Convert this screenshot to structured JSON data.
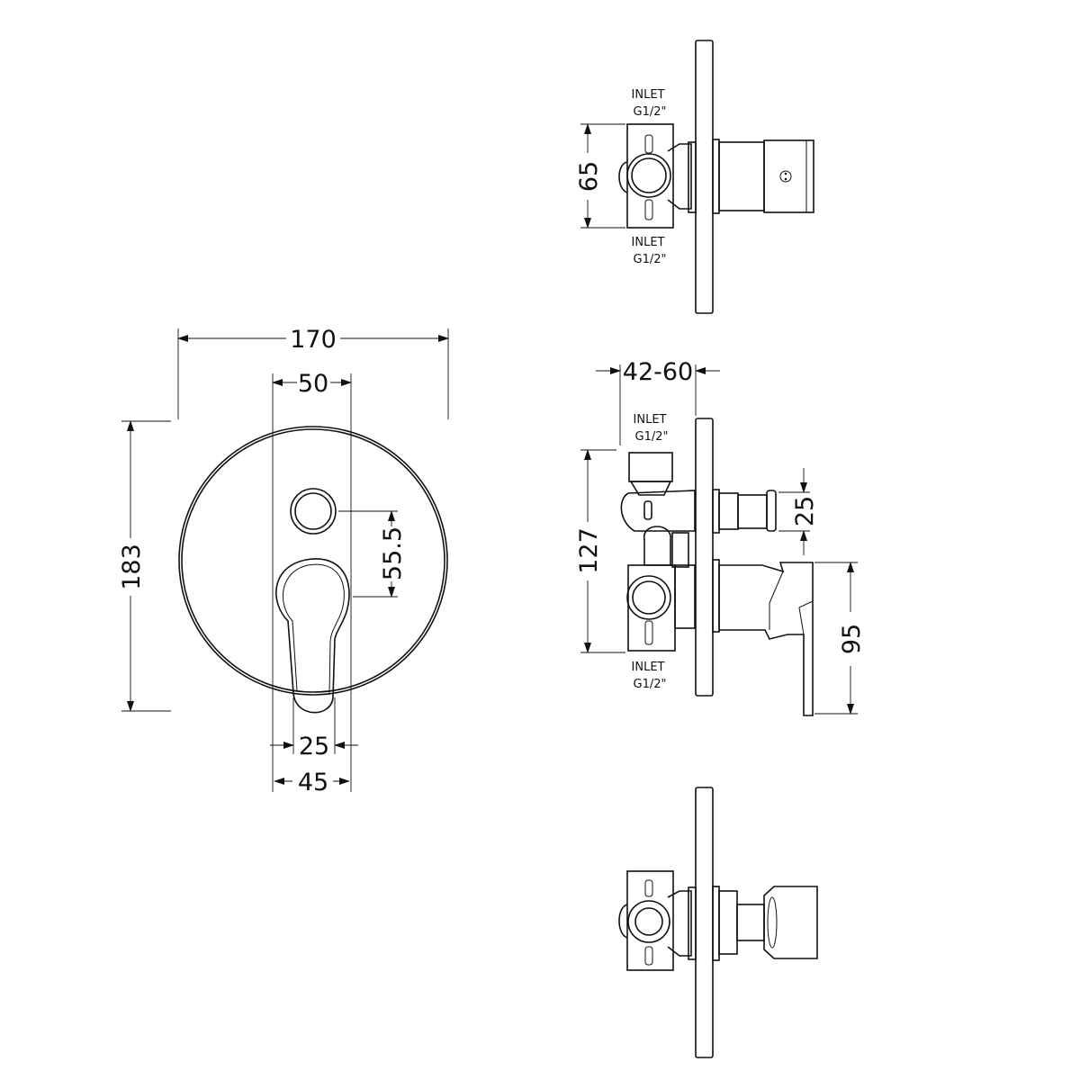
{
  "front_view": {
    "width_overall": "170",
    "button_to_lever_width": "50",
    "height_overall": "183",
    "button_to_lever_spacing": "55.5",
    "lever_width": "25",
    "lever_head_width": "45"
  },
  "side_view_top": {
    "inlet_top": [
      "INLET",
      "G1/2\""
    ],
    "inlet_bottom": [
      "INLET",
      "G1/2\""
    ],
    "body_height": "65"
  },
  "side_view_middle": {
    "wall_depth": "42-60",
    "inlet_top": [
      "INLET",
      "G1/2\""
    ],
    "inlet_bottom": [
      "INLET",
      "G1/2\""
    ],
    "body_height": "127",
    "button_diameter": "25",
    "lever_height": "95"
  },
  "colors": {
    "line": "#111111",
    "background": "#ffffff"
  }
}
